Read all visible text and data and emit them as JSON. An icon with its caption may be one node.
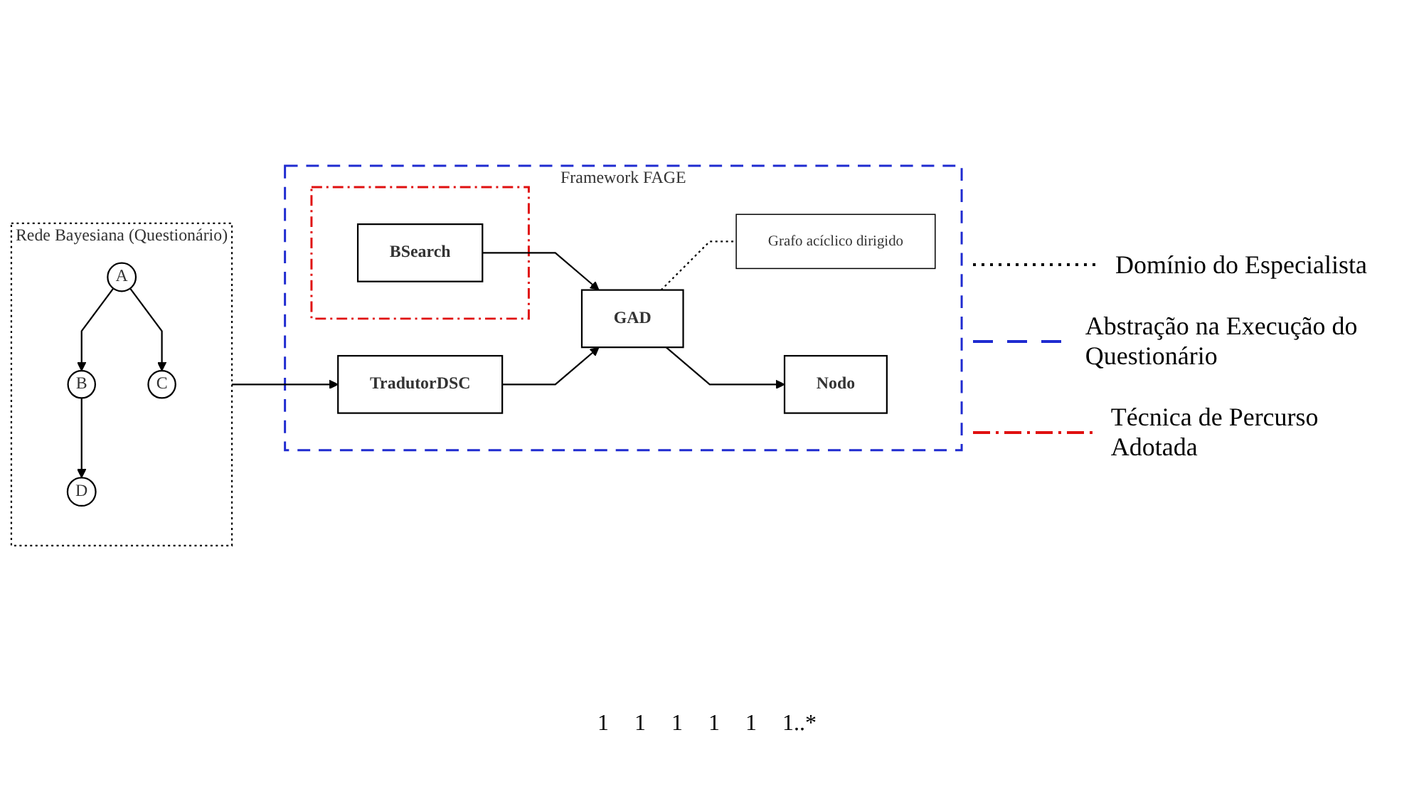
{
  "diagram": {
    "nodes": [
      {
        "text": [
          "Framework FAGE"
        ]
      },
      {
        "text": [],
        "shape": "box",
        "in": 0
      },
      {
        "text": [
          "BSearch"
        ],
        "in": 1
      },
      {
        "text": [
          "TradutorDSC"
        ],
        "in": 0
      },
      {
        "text": [
          "GAD"
        ],
        "in": 0
      },
      {
        "text": [
          "Grafo acíclico dirigido"
        ],
        "in": 0
      },
      {
        "text": [
          "Nodo"
        ],
        "in": 0
      },
      {
        "text": [
          "Rede Bayesiana (Questionário)"
        ]
      },
      {
        "text": [
          "A"
        ],
        "in": 7
      },
      {
        "text": [
          "B"
        ],
        "in": 7
      },
      {
        "text": [
          "C"
        ],
        "in": 7
      },
      {
        "text": [
          "D"
        ],
        "in": 7
      }
    ],
    "edges": [
      {
        "from": 2,
        "to": 4,
        "arrow": "to"
      },
      {
        "from": 3,
        "to": 4,
        "arrow": "to"
      },
      {
        "from": 4,
        "to": 6,
        "arrow": "to"
      },
      {
        "from": 4,
        "to": 5,
        "arrow": "none",
        "style": "dashed"
      },
      {
        "from": 7,
        "to": 3,
        "arrow": "to"
      },
      {
        "from": 8,
        "to": 9,
        "arrow": "to"
      },
      {
        "from": 8,
        "to": 10,
        "arrow": "to"
      },
      {
        "from": 9,
        "to": 11,
        "arrow": "to"
      }
    ],
    "labels": [
      "1",
      "1",
      "1",
      "1",
      "1",
      "1..*"
    ],
    "legend": [
      {
        "text": "Domínio do Especialista"
      },
      {
        "text": "Abstração na Execução do Questionário"
      },
      {
        "text": "Técnica de Percurso Adotada"
      }
    ]
  }
}
